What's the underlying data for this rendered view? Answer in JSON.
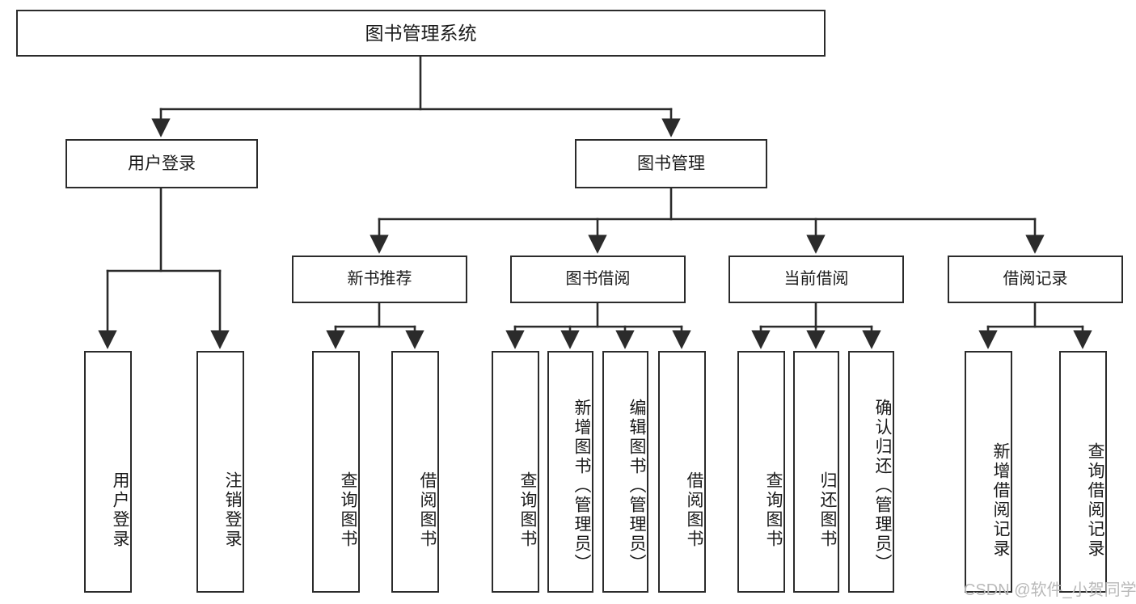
{
  "diagram": {
    "title": "图书管理系统",
    "type": "hierarchy-tree",
    "colors": {
      "node_border": "#2b2b2b",
      "node_fill": "#ffffff",
      "edge": "#2b2b2b",
      "text": "#1a1a1a",
      "watermark": "#b9b9b9",
      "background": "#ffffff"
    },
    "root": {
      "label": "图书管理系统"
    },
    "level2": [
      {
        "label": "用户登录"
      },
      {
        "label": "图书管理"
      }
    ],
    "level3": [
      {
        "label": "新书推荐"
      },
      {
        "label": "图书借阅"
      },
      {
        "label": "当前借阅"
      },
      {
        "label": "借阅记录"
      }
    ],
    "leaves": {
      "user_login": [
        {
          "label": "用户登录"
        },
        {
          "label": "注销登录"
        }
      ],
      "new_book_recommend": [
        {
          "label": "查询图书"
        },
        {
          "label": "借阅图书"
        }
      ],
      "book_borrow": [
        {
          "label": "查询图书"
        },
        {
          "label": "新增图书（管理员）"
        },
        {
          "label": "编辑图书（管理员）"
        },
        {
          "label": "借阅图书"
        }
      ],
      "current_borrow": [
        {
          "label": "查询图书"
        },
        {
          "label": "归还图书"
        },
        {
          "label": "确认归还（管理员）"
        }
      ],
      "borrow_record": [
        {
          "label": "新增借阅记录"
        },
        {
          "label": "查询借阅记录"
        }
      ]
    },
    "watermark": "CSDN @软件_小贺同学"
  }
}
